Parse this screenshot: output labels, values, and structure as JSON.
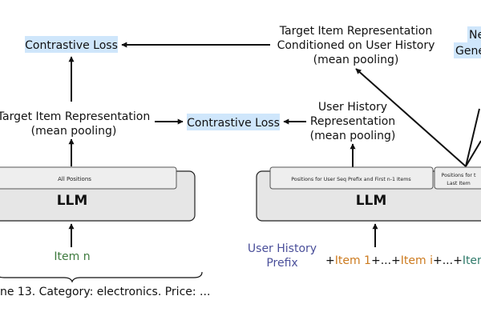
{
  "colors": {
    "highlight": "#cfe6fb",
    "llm_fill": "#e6e6e6",
    "line": "#111111",
    "item_green": "#3d7a3d",
    "prefix_blue": "#4a4f9a",
    "item_orange": "#cc7a1e",
    "item_teal": "#2f7a6a"
  },
  "left": {
    "top_loss": "Contrastive Loss",
    "mid_loss": "Contrastive Loss",
    "target_rep_line1": "Target Item Representation",
    "target_rep_line2": "(mean pooling)",
    "positions_label": "All Positions",
    "llm_label": "LLM",
    "item_label": "Item n",
    "bottom_text": "ne 13. Category: electronics. Price: ..."
  },
  "right": {
    "cond_line1": "Target Item Representation",
    "cond_line2": "Conditioned on User History",
    "cond_line3": "(mean pooling)",
    "user_rep_line1": "User History",
    "user_rep_line2": "Representation",
    "user_rep_line3": "(mean pooling)",
    "positions_prefix_label": "Positions for User Seq Prefix and First n-1 Items",
    "positions_last_line1": "Positions for t",
    "positions_last_line2": "Last Item",
    "llm_label": "LLM",
    "prefix_line1": "User History",
    "prefix_line2": "Prefix",
    "seq_plus1": "+",
    "seq_item1": "Item 1",
    "seq_mid1": "+...+",
    "seq_itemi": "Item i",
    "seq_mid2": "+...+",
    "seq_itemn": "Item n",
    "corner_line1": "Ne",
    "corner_line2": "Gene"
  }
}
